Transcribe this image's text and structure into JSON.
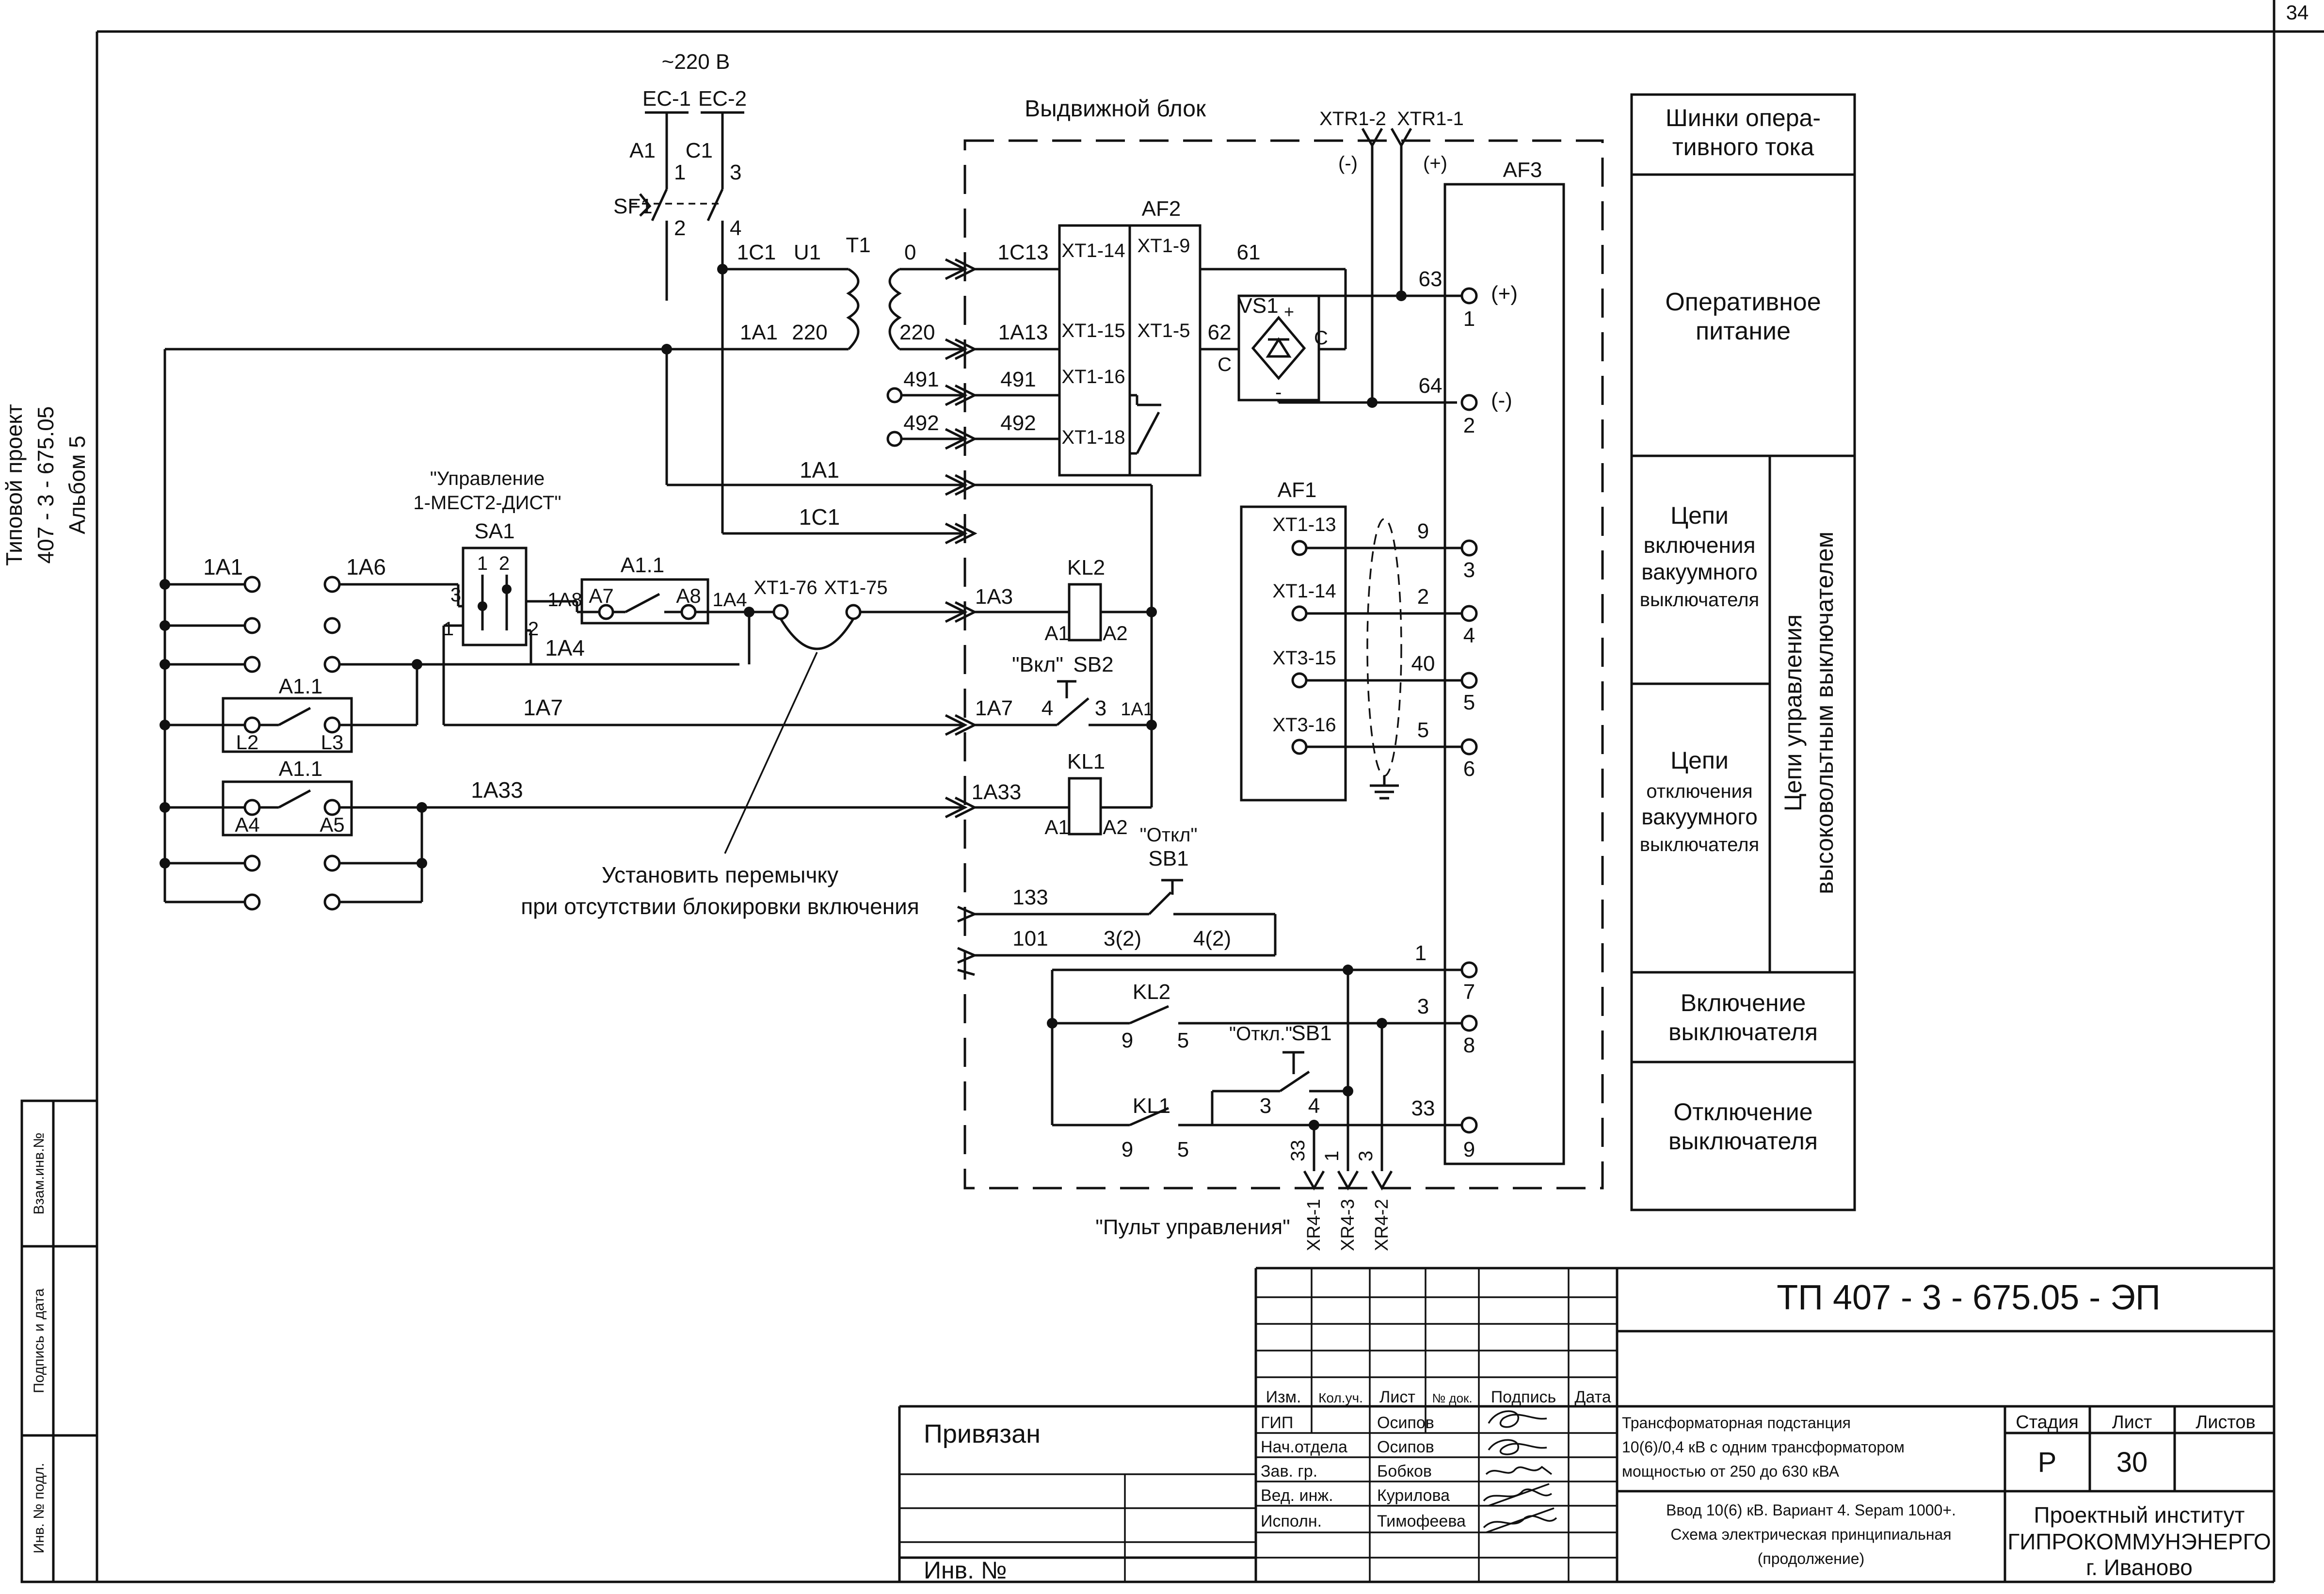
{
  "sheet_number": "34",
  "left_margin": {
    "project_line1": "Типовой проект",
    "project_line2": "407 - 3 - 675.05",
    "project_line3": "Альбом 5",
    "stamp_cells": [
      "Взам.инв.№",
      "Подпись и дата",
      "Инв. № подл."
    ]
  },
  "supply": {
    "voltage": "~220 В",
    "ec1": "EC-1",
    "ec2": "EC-2",
    "a1": "A1",
    "c1": "C1",
    "n1": "1",
    "n3": "3",
    "sf1": "SF1",
    "n2": "2",
    "n4": "4"
  },
  "transformer": {
    "w1c1": "1C1",
    "u1": "U1",
    "t1": "T1",
    "zero": "0",
    "w1a1": "1A1",
    "v220a": "220",
    "v220b": "220"
  },
  "withdrawable_block": {
    "title": "Выдвижной блок",
    "af2": "AF2",
    "wires": [
      "1C13",
      "1A13",
      "491",
      "492"
    ],
    "left_wires": [
      "491",
      "492"
    ],
    "xt_left": [
      "XT1-14",
      "XT1-15",
      "XT1-16",
      "XT1-18"
    ],
    "xt_right": [
      "XT1-9",
      "XT1-5"
    ],
    "w61": "61",
    "w62": "62",
    "vs1": "VS1",
    "plus": "+",
    "minus": "-",
    "c_left": "C",
    "c_right": "C"
  },
  "remote": {
    "xtr1_2": "XTR1-2",
    "xtr1_1": "XTR1-1",
    "neg": "(-)",
    "pos": "(+)",
    "af3": "AF3",
    "w63": "63",
    "w64": "64",
    "t1": "1",
    "t1s": "(+)",
    "t2": "2",
    "t2s": "(-)"
  },
  "af1": {
    "title": "AF1",
    "rows": [
      {
        "xt": "XT1-13",
        "wire": "9",
        "term": "3"
      },
      {
        "xt": "XT1-14",
        "wire": "2",
        "term": "4"
      },
      {
        "xt": "XT3-15",
        "wire": "40",
        "term": "5"
      },
      {
        "xt": "XT3-16",
        "wire": "5",
        "term": "6"
      }
    ]
  },
  "control": {
    "bus_1a1": "1A1",
    "bus_1c1": "1C1",
    "sa1_caption1": "\"Управление",
    "sa1_caption2": "1-МЕСТ2-ДИСТ\"",
    "sa1": "SA1",
    "sa1_1": "1",
    "sa1_2": "2",
    "sa1_3": "3",
    "sa1_l1": "1",
    "sa1_r2": "2",
    "w1a1_left": "1A1",
    "w1a6": "1A6",
    "a11_top": "A1.1",
    "w1a8": "1A8",
    "a7": "A7",
    "a8": "A8",
    "w1a4r": "1A4",
    "xt176": "XT1-76",
    "xt175": "XT1-75",
    "w1a3": "1A3",
    "kl2": "KL2",
    "kl2_a1": "A1",
    "kl2_a2": "A2",
    "w1a4": "1A4",
    "vkl": "\"Вкл\"",
    "sb2": "SB2",
    "a11_mid": "A1.1",
    "l2": "L2",
    "l3": "L3",
    "w1a7": "1A7",
    "w1a7b": "1A7",
    "sb2_4": "4",
    "sb2_3": "3",
    "w1a1c": "1A1",
    "a11_low": "A1.1",
    "a4": "A4",
    "a5": "A5",
    "w1a33": "1A33",
    "w1a33b": "1A33",
    "kl1": "KL1",
    "kl1_a1": "A1",
    "kl1_a2": "A2",
    "otkl": "\"Откл\"",
    "sb1": "SB1",
    "jumper_note1": "Установить перемычку",
    "jumper_note2": "при отсутствии блокировки включения",
    "w133": "133",
    "w101": "101",
    "n32": "3(2)",
    "n42": "4(2)",
    "w1": "1",
    "t7": "7",
    "kl2b": "KL2",
    "kl2_9": "9",
    "kl2_5": "5",
    "otkl2": "\"Откл.\"",
    "sb1b": "SB1",
    "w3": "3",
    "t8": "8",
    "kl1b": "KL1",
    "sb1_3": "3",
    "sb1_4": "4",
    "w33": "33",
    "t9": "9",
    "kl1_9": "9",
    "kl1_5": "5",
    "xr_wires": [
      "33",
      "1",
      "3"
    ],
    "xr_labels": [
      "XR4-1",
      "XR4-3",
      "XR4-2"
    ],
    "panel_caption": "\"Пульт управления\""
  },
  "legend": [
    {
      "text": [
        "Шинки опера-",
        "тивного тока"
      ]
    },
    {
      "text": [
        "Оперативное",
        "питание"
      ]
    },
    {
      "text": [
        "Цепи",
        "включения",
        "вакуумного",
        "выключателя"
      ]
    },
    {
      "text": [
        "Цепи",
        "отключения",
        "вакуумного",
        "выключателя"
      ]
    },
    {
      "text": [
        "Включение",
        "выключателя"
      ]
    },
    {
      "text": [
        "Отключение",
        "выключателя"
      ]
    }
  ],
  "legend_vertical": [
    "Цепи управления",
    "высоковольтным выключателем"
  ],
  "title_block": {
    "code": "ТП 407 - 3 - 675.05 - ЭП",
    "privyazan": "Привязан",
    "inv": "Инв. №",
    "headers": [
      "Изм.",
      "Кол.уч.",
      "Лист",
      "№ док.",
      "Подпись",
      "Дата"
    ],
    "roles": [
      {
        "role": "ГИП",
        "name": "Осипов"
      },
      {
        "role": "Нач.отдела",
        "name": "Осипов"
      },
      {
        "role": "Зав. гр.",
        "name": "Бобков"
      },
      {
        "role": "Вед. инж.",
        "name": "Курилова"
      },
      {
        "role": "Исполн.",
        "name": "Тимофеева"
      }
    ],
    "object_lines": [
      "Трансформаторная подстанция",
      "10(6)/0,4 кВ с одним трансформатором",
      "мощностью от 250 до 630 кВА"
    ],
    "sheet_title_lines": [
      "Ввод 10(6) кВ. Вариант 4. Sepam 1000+.",
      "Схема электрическая принципиальная",
      "(продолжение)"
    ],
    "stage_label": "Стадия",
    "sheet_label": "Лист",
    "sheets_label": "Листов",
    "stage": "Р",
    "sheet": "30",
    "org_lines": [
      "Проектный институт",
      "ГИПРОКОММУНЭНЕРГО",
      "г. Иваново"
    ]
  }
}
